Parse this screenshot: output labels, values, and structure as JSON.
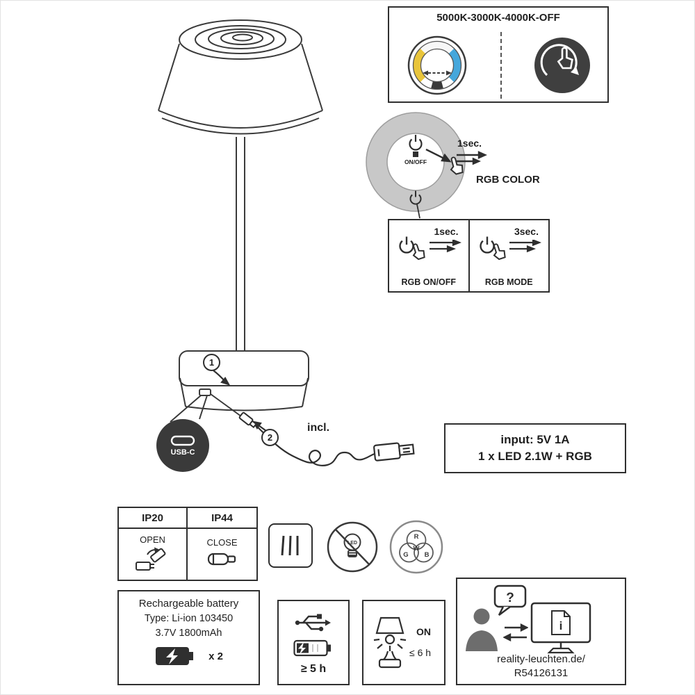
{
  "top_panel": {
    "title": "5000K-3000K-4000K-OFF"
  },
  "ring": {
    "power_label": "ON/OFF",
    "duration": "1sec.",
    "color_label": "RGB COLOR"
  },
  "rgb_panel": {
    "left_duration": "1sec.",
    "left_label": "RGB ON/OFF",
    "right_duration": "3sec.",
    "right_label": "RGB MODE"
  },
  "callouts": {
    "one": "1",
    "two": "2"
  },
  "usb_badge": {
    "label": "USB-C"
  },
  "included_label": "incl.",
  "input_box": {
    "line1": "input: 5V 1A",
    "line2": "1 x LED 2.1W + RGB"
  },
  "ip_table": {
    "header1": "IP20",
    "header2": "IP44",
    "label1": "OPEN",
    "label2": "CLOSE"
  },
  "led_icon": {
    "label": "LED"
  },
  "rgb_icon": {
    "r": "R",
    "g": "G",
    "b": "B",
    "w": "W"
  },
  "battery_box": {
    "title": "Rechargeable battery",
    "type_line": "Type: Li-ion 103450",
    "spec_line": "3.7V 1800mAh",
    "count": "x 2"
  },
  "charge_box": {
    "time": "≥ 5 h"
  },
  "runtime_box": {
    "on_label": "ON",
    "time": "≤ 6 h"
  },
  "support_box": {
    "question": "?",
    "info": "i",
    "line1": "reality-leuchten.de/",
    "line2": "R54126131"
  },
  "colors": {
    "ink": "#2f2f2f",
    "ring_gray": "#c8c8c8",
    "dial_yellow": "#e9c53b",
    "dial_blue": "#45a7dc",
    "badge_dark": "#3a3a3a"
  }
}
